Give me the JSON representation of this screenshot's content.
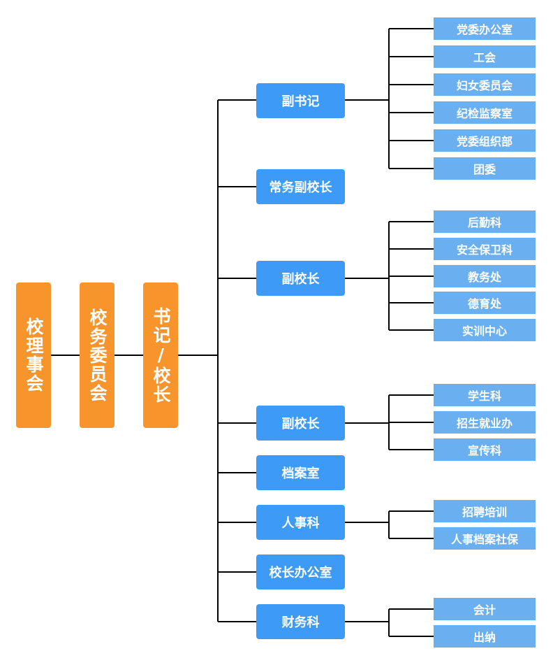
{
  "top_chain": [
    "校理事会",
    "校务委员会",
    "书记/校长"
  ],
  "branches": [
    {
      "label": "副书记",
      "children": [
        "党委办公室",
        "工会",
        "妇女委员会",
        "纪检监察室",
        "党委组织部",
        "团委"
      ]
    },
    {
      "label": "常务副校长",
      "children": []
    },
    {
      "label": "副校长",
      "children": [
        "后勤科",
        "安全保卫科",
        "教务处",
        "德育处",
        "实训中心"
      ]
    },
    {
      "label": "副校长",
      "children": [
        "学生科",
        "招生就业办",
        "宣传科"
      ]
    },
    {
      "label": "档案室",
      "children": []
    },
    {
      "label": "人事科",
      "children": [
        "招聘培训",
        "人事档案社保"
      ]
    },
    {
      "label": "校长办公室",
      "children": []
    },
    {
      "label": "财务科",
      "children": [
        "会计",
        "出纳"
      ]
    }
  ],
  "colors": {
    "top_box": "#f7952c",
    "branch_box": "#3d9bf7",
    "leaf_box": "#6aafef",
    "line": "#000000"
  }
}
